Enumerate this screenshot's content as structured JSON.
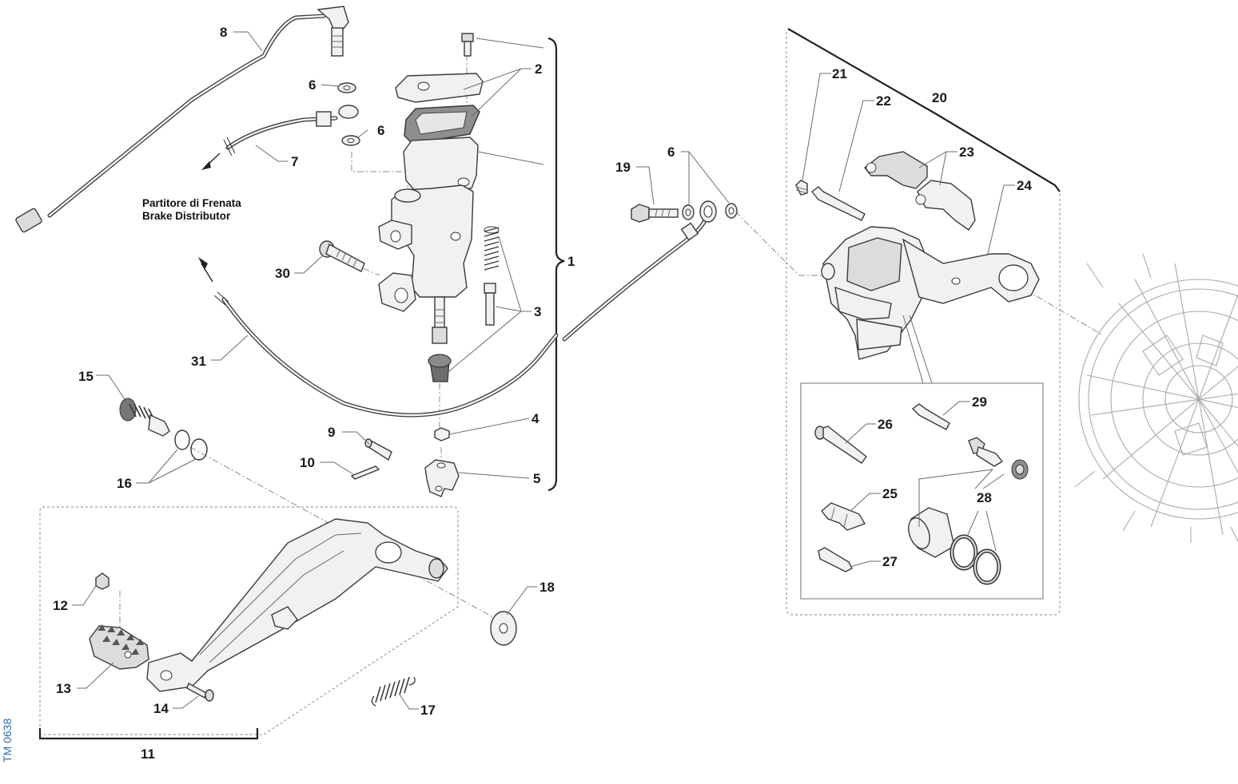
{
  "diagram": {
    "figure_code": "TM 0638",
    "caption": {
      "line1": "Partitore di Frenata",
      "line2": "Brake Distributor"
    },
    "callouts": {
      "c1": "1",
      "c2": "2",
      "c3": "3",
      "c4": "4",
      "c5": "5",
      "c6a": "6",
      "c6b": "6",
      "c6c": "6",
      "c7": "7",
      "c8": "8",
      "c9": "9",
      "c10": "10",
      "c11": "11",
      "c12": "12",
      "c13": "13",
      "c14": "14",
      "c15": "15",
      "c16": "16",
      "c17": "17",
      "c18": "18",
      "c19": "19",
      "c20": "20",
      "c21": "21",
      "c22": "22",
      "c23": "23",
      "c24": "24",
      "c25": "25",
      "c26": "26",
      "c27": "27",
      "c28": "28",
      "c29": "29",
      "c30": "30",
      "c31": "31"
    }
  }
}
